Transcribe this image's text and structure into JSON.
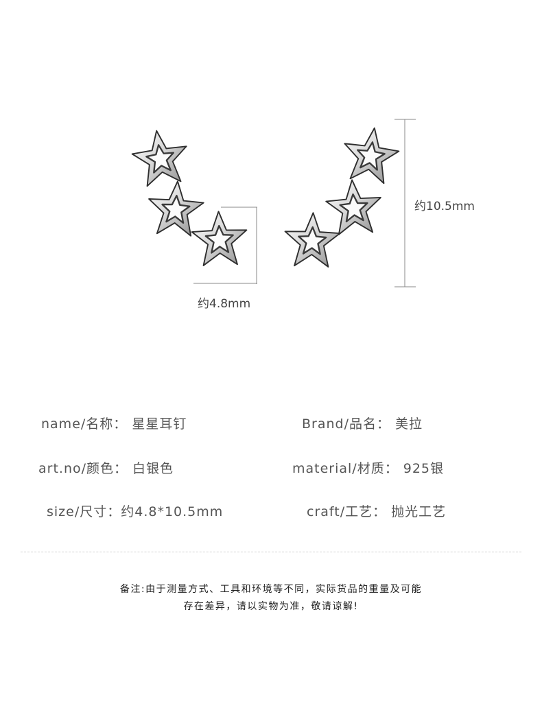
{
  "dimensions": {
    "height_label": "约10.5mm",
    "width_label": "约4.8mm"
  },
  "specs": {
    "name": "name/名称： 星星耳钉",
    "brand": "Brand/品名： 美拉",
    "artno": "art.no/颜色： 白银色",
    "material": "material/材质： 925银",
    "size": "size/尺寸：约4.8*10.5mm",
    "craft": "craft/工艺：  抛光工艺"
  },
  "note": {
    "line1": "备注:由于测量方式、工具和环境等不同，实际货品的重量及可能",
    "line2": "存在差异，请以实物为准，敬请谅解!"
  },
  "colors": {
    "metal_light": "#f4f4f4",
    "metal_dark": "#3a3a3a",
    "dimension_line": "#8a8a8a"
  }
}
